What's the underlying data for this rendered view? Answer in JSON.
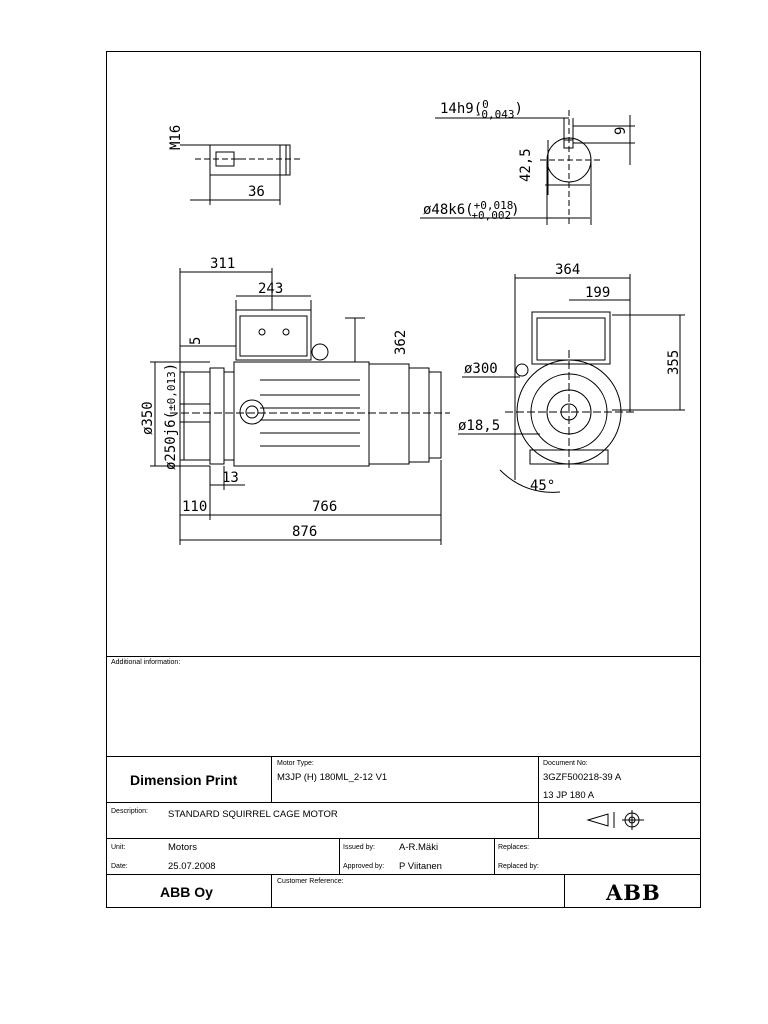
{
  "drawing": {
    "dims": {
      "m16": "M16",
      "d36": "36",
      "key": "14h9(",
      "key_tol_top": "0",
      "key_tol_bot": "-0,043",
      "key_close": ")",
      "d9": "9",
      "d425": "42,5",
      "shaft": "ø48k6(",
      "shaft_tol_top": "+0,018",
      "shaft_tol_bot": "+0,002",
      "shaft_close": ")",
      "d311": "311",
      "d243": "243",
      "d5": "5",
      "d362": "362",
      "d350": "ø350",
      "d250": "ø250j6(",
      "d250_tol": "±0,013",
      "d250_close": ")",
      "d13": "13",
      "d110": "110",
      "d766": "766",
      "d876": "876",
      "d364": "364",
      "d199": "199",
      "d300": "ø300",
      "d355": "355",
      "d185": "ø18,5",
      "d45": "45°"
    }
  },
  "title_block": {
    "additional_info_label": "Additional information:",
    "title": "Dimension Print",
    "motor_type_label": "Motor Type:",
    "motor_type": "M3JP (H) 180ML_2-12 V1",
    "doc_no_label": "Document No:",
    "doc_no": "3GZF500218-39 A",
    "doc_no_2": "13 JP 180 A",
    "description_label": "Description:",
    "description": "STANDARD SQUIRREL CAGE MOTOR",
    "unit_label": "Unit:",
    "unit": "Motors",
    "issued_by_label": "Issued by:",
    "issued_by": "A-R.Mäki",
    "replaces_label": "Replaces:",
    "date_label": "Date:",
    "date": "25.07.2008",
    "approved_by_label": "Approved by:",
    "approved_by": "P Viitanen",
    "replaced_by_label": "Replaced by:",
    "company": "ABB Oy",
    "customer_ref_label": "Customer Reference:",
    "logo_text": "ABB"
  }
}
